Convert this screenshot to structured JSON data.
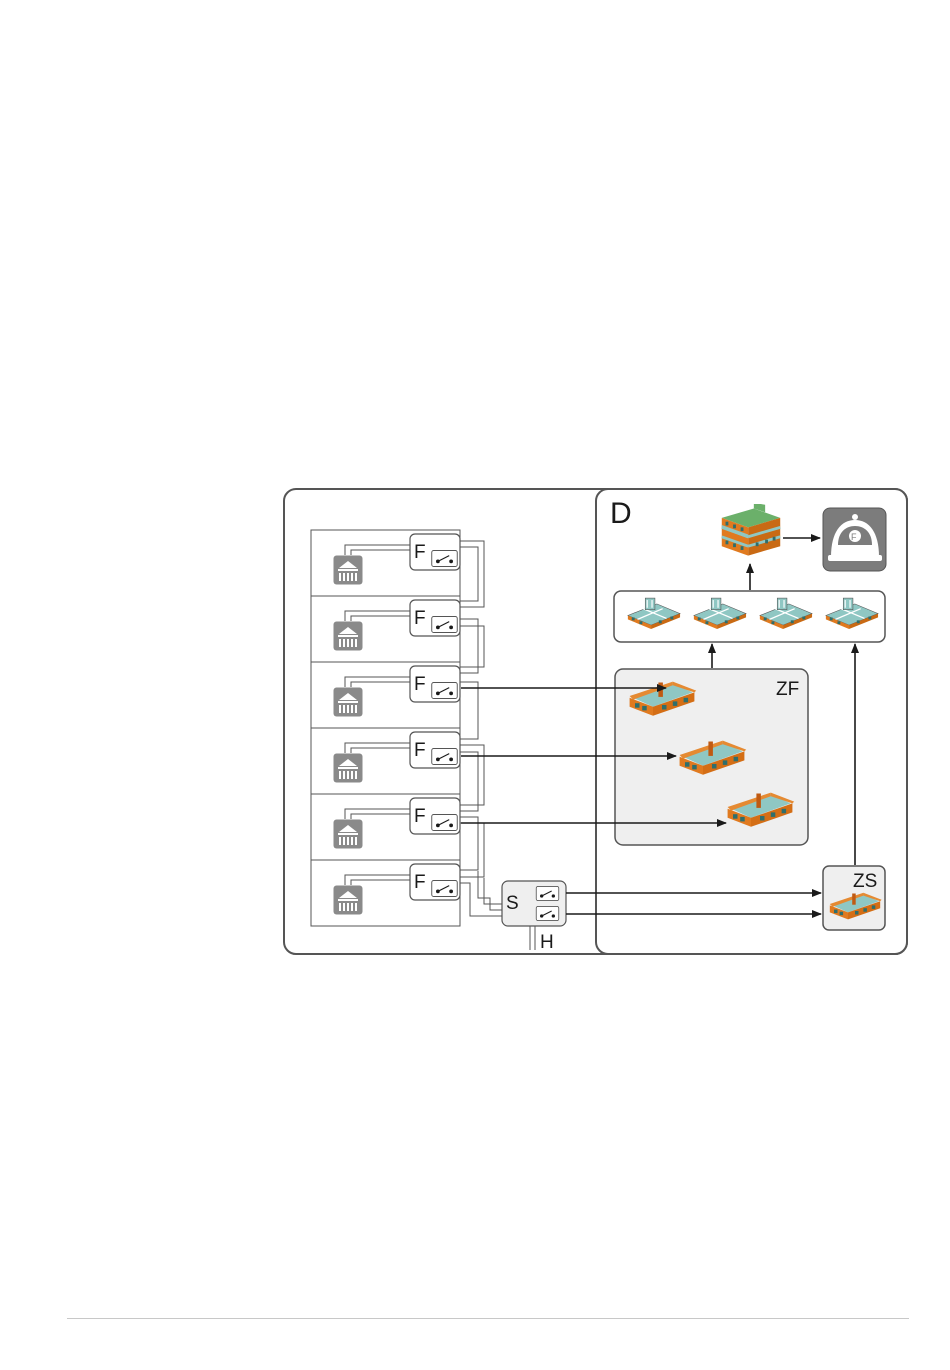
{
  "labels": {
    "zone_d": "D",
    "zone_zf": "ZF",
    "zone_zs": "ZS",
    "module_f": "F",
    "module_s": "S",
    "line_h": "H"
  },
  "icons": {
    "detector": "smoke-detector-icon",
    "fire_brigade": "fire-helmet-icon",
    "building": "building-3d-icon",
    "floor": "floor-plan-3d-icon",
    "room": "room-3d-icon"
  },
  "colors": {
    "stroke": "#555555",
    "zone_fill": "#efefef",
    "helmet_fill": "#7c7c7c",
    "building_orange": "#e07a1f",
    "building_teal": "#7fb8b5",
    "building_green": "#6bb06a",
    "window": "#2f6e6c"
  }
}
